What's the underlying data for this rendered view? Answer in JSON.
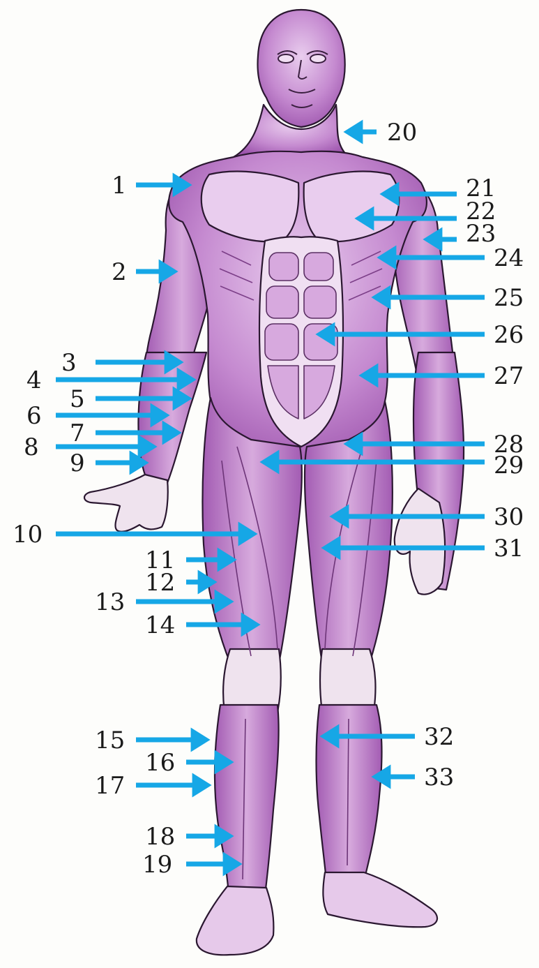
{
  "colors": {
    "muscle_fill": "#c58ad0",
    "muscle_dark": "#a45fb4",
    "muscle_light": "#e6c9ea",
    "tendon": "#efe3ee",
    "outline": "#2a1730",
    "arrow": "#16a7e6"
  },
  "labels": [
    {
      "id": "1",
      "text": "1"
    },
    {
      "id": "2",
      "text": "2"
    },
    {
      "id": "3",
      "text": "3"
    },
    {
      "id": "4",
      "text": "4"
    },
    {
      "id": "5",
      "text": "5"
    },
    {
      "id": "6",
      "text": "6"
    },
    {
      "id": "7",
      "text": "7"
    },
    {
      "id": "8",
      "text": "8"
    },
    {
      "id": "9",
      "text": "9"
    },
    {
      "id": "10",
      "text": "10"
    },
    {
      "id": "11",
      "text": "11"
    },
    {
      "id": "12",
      "text": "12"
    },
    {
      "id": "13",
      "text": "13"
    },
    {
      "id": "14",
      "text": "14"
    },
    {
      "id": "15",
      "text": "15"
    },
    {
      "id": "16",
      "text": "16"
    },
    {
      "id": "17",
      "text": "17"
    },
    {
      "id": "18",
      "text": "18"
    },
    {
      "id": "19",
      "text": "19"
    },
    {
      "id": "20",
      "text": "20"
    },
    {
      "id": "21",
      "text": "21"
    },
    {
      "id": "22",
      "text": "22"
    },
    {
      "id": "23",
      "text": "23"
    },
    {
      "id": "24",
      "text": "24"
    },
    {
      "id": "25",
      "text": "25"
    },
    {
      "id": "26",
      "text": "26"
    },
    {
      "id": "27",
      "text": "27"
    },
    {
      "id": "28",
      "text": "28"
    },
    {
      "id": "29",
      "text": "29"
    },
    {
      "id": "30",
      "text": "30"
    },
    {
      "id": "31",
      "text": "31"
    },
    {
      "id": "32",
      "text": "32"
    },
    {
      "id": "33",
      "text": "33"
    }
  ]
}
